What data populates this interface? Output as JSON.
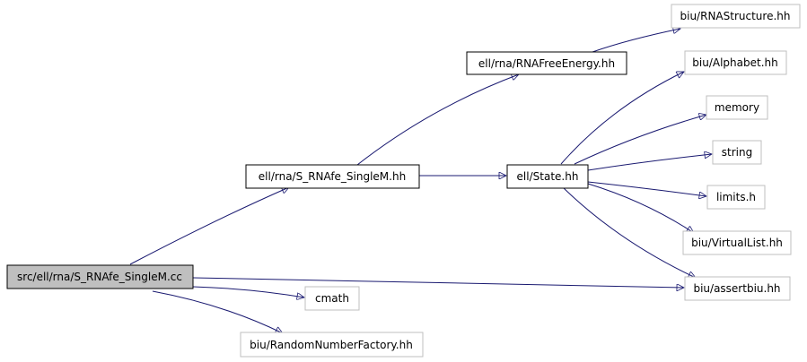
{
  "graph": {
    "root": "src/ell/rna/S_RNAfe_SingleM.cc",
    "nodes": {
      "src": "src/ell/rna/S_RNAfe_SingleM.cc",
      "singlem_hh": "ell/rna/S_RNAfe_SingleM.hh",
      "freeenergy": "ell/rna/RNAFreeEnergy.hh",
      "rnastructure": "biu/RNAStructure.hh",
      "state": "ell/State.hh",
      "alphabet": "biu/Alphabet.hh",
      "memory": "memory",
      "string": "string",
      "limits": "limits.h",
      "virtuallist": "biu/VirtualList.hh",
      "assertbiu": "biu/assertbiu.hh",
      "cmath": "cmath",
      "randomfactory": "biu/RandomNumberFactory.hh"
    },
    "edges": [
      [
        "src",
        "singlem_hh"
      ],
      [
        "src",
        "assertbiu"
      ],
      [
        "src",
        "cmath"
      ],
      [
        "src",
        "randomfactory"
      ],
      [
        "singlem_hh",
        "freeenergy"
      ],
      [
        "singlem_hh",
        "state"
      ],
      [
        "freeenergy",
        "rnastructure"
      ],
      [
        "state",
        "alphabet"
      ],
      [
        "state",
        "memory"
      ],
      [
        "state",
        "string"
      ],
      [
        "state",
        "limits"
      ],
      [
        "state",
        "virtuallist"
      ],
      [
        "state",
        "assertbiu"
      ]
    ],
    "colors": {
      "edge": "#191970",
      "root_fill": "#bfbfbf",
      "documented_border": "#000000",
      "external_border": "#bfbfbf"
    }
  }
}
